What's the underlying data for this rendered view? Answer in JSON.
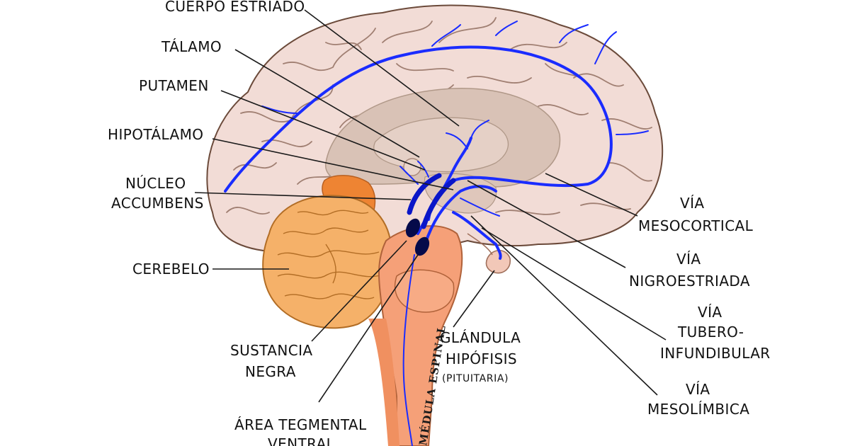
{
  "labels": {
    "cuerpo_estriado": "CUERPO ESTRIADO",
    "talamo": "TÁLAMO",
    "putamen": "PUTAMEN",
    "hipotalamo": "HIPOTÁLAMO",
    "nucleo_1": "NÚCLEO",
    "nucleo_2": "ACCUMBENS",
    "cerebelo": "CEREBELO",
    "sustancia_1": "SUSTANCIA",
    "sustancia_2": "NEGRA",
    "area_1": "ÁREA TEGMENTAL",
    "area_2": "VENTRAL",
    "glandula_1": "GLÁNDULA",
    "glandula_2": "HIPÓFISIS",
    "glandula_3": "(PITUITARIA)",
    "mesocortical_1": "VÍA",
    "mesocortical_2": "MESOCORTICAL",
    "nigro_1": "VÍA",
    "nigro_2": "NIGROESTRIADA",
    "tubero_1": "VÍA",
    "tubero_2": "TUBERO-",
    "tubero_3": "INFUNDIBULAR",
    "meso_1": "VÍA",
    "meso_2": "MESOLÍMBICA",
    "spinal": "MÉDULA ESPINAL"
  },
  "colors": {
    "cortex": "#f2dcd6",
    "inner": "#d9c2b6",
    "brainstem": "#f5a078",
    "cerebellum": "#f5b169",
    "accumbens": "#ee8433",
    "pathway": "#1a2cff"
  }
}
